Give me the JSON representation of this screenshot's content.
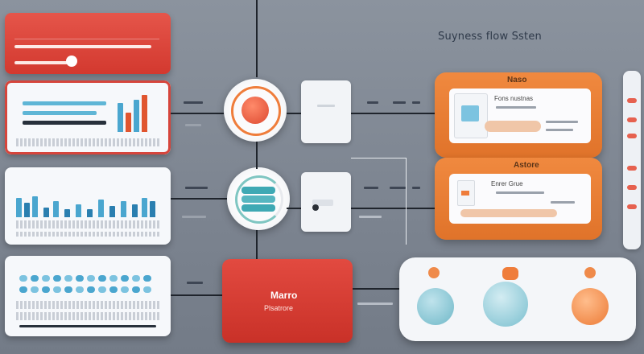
{
  "diagram": {
    "title": "Suyness flow Ssten",
    "top_right_card": {
      "tag": "Naso",
      "caption": "Fons nustnas"
    },
    "mid_right_card": {
      "tag": "Astore",
      "caption": "Enrer Grue"
    },
    "macro_block": {
      "line1": "Marro",
      "line2": "Plsatrore"
    }
  }
}
